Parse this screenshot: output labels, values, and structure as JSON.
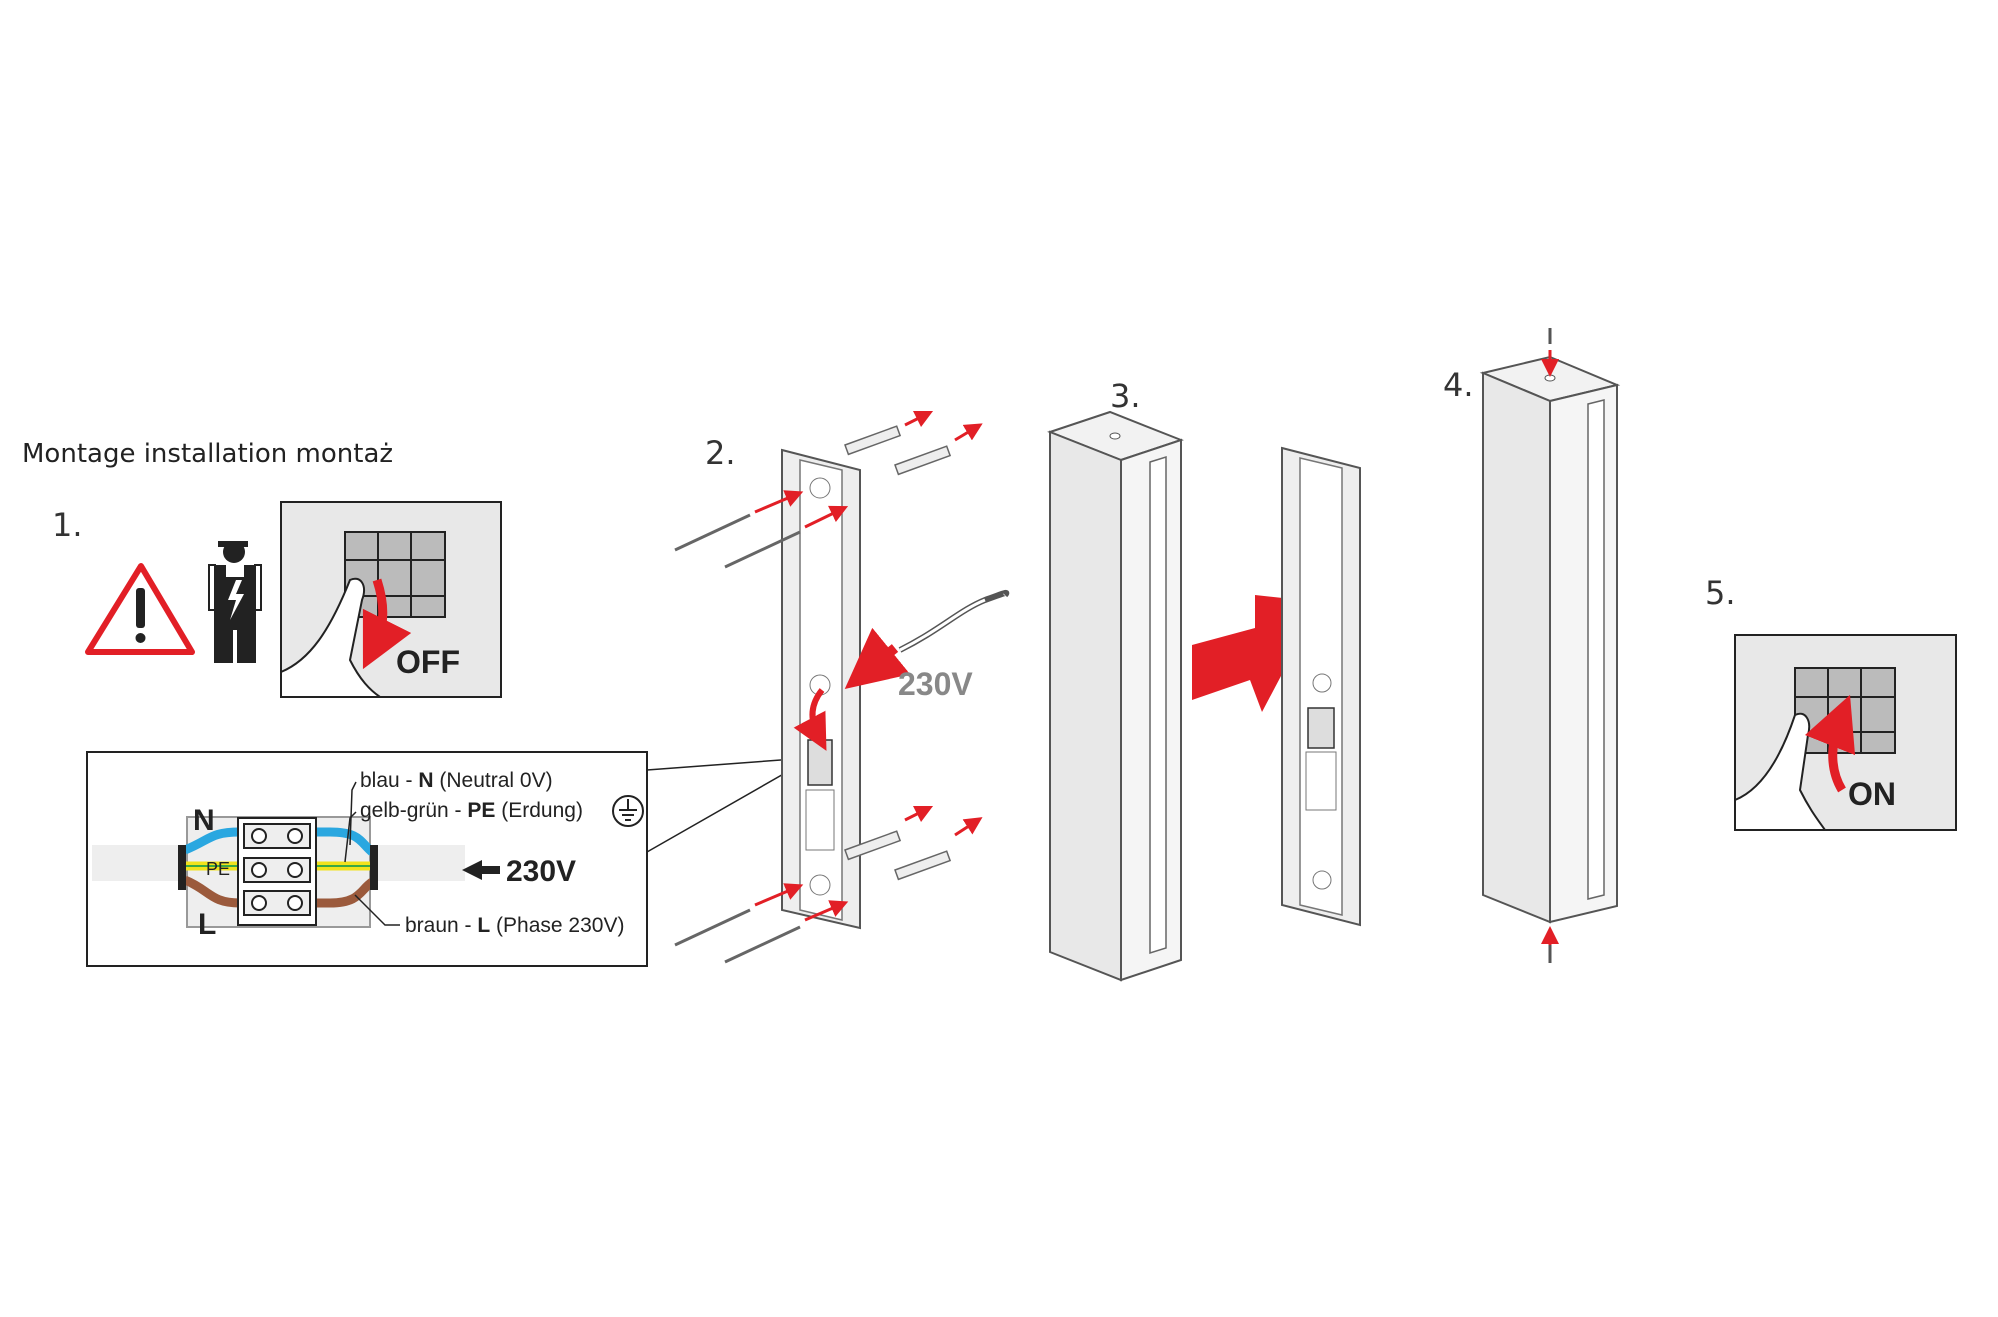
{
  "title": "Montage   installation   montaż",
  "steps": {
    "s1": "1.",
    "s2": "2.",
    "s3": "3.",
    "s4": "4.",
    "s5": "5."
  },
  "switch_off": "OFF",
  "switch_on": "ON",
  "cable_voltage": "230V",
  "wiring": {
    "N": "N",
    "L": "L",
    "PE": "PE",
    "input_voltage": "230V",
    "blue_prefix": "blau - ",
    "blue_code": "N",
    "blue_desc": " (Neutral 0V)",
    "pe_prefix": "gelb-grün - ",
    "pe_code": "PE",
    "pe_desc": " (Erdung)",
    "brown_prefix": "braun - ",
    "brown_code": "L",
    "brown_desc": " (Phase 230V)"
  },
  "colors": {
    "red": "#e21f26",
    "blue": "#2aa7e0",
    "brown": "#9b5a3c",
    "yellow": "#f2e21c",
    "green": "#3aa845",
    "panel": "#e8e8e8"
  }
}
